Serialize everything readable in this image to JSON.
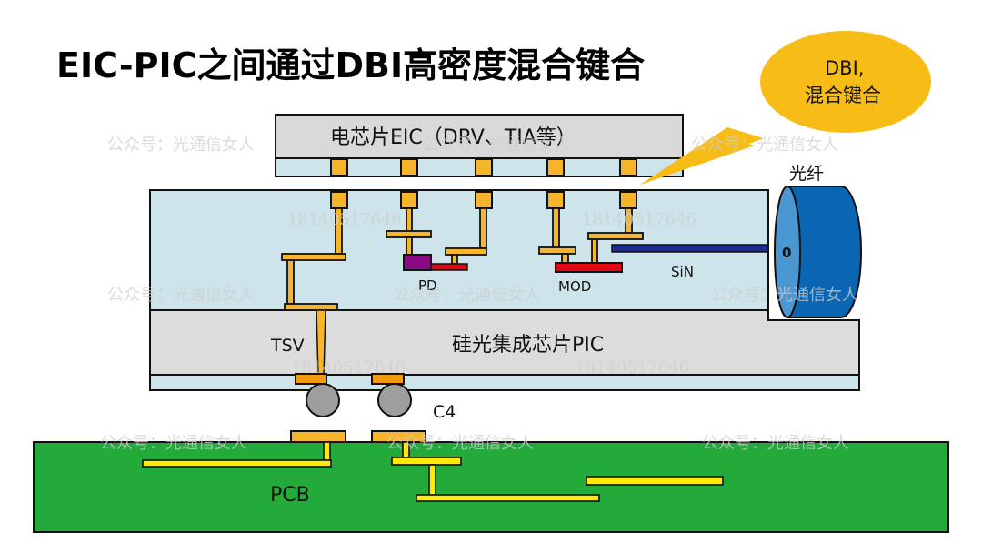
{
  "title": "EIC-PIC之间通过DBI高密度混合键合",
  "callout": {
    "line1": "DBI,",
    "line2": "混合键合"
  },
  "labels": {
    "eic": "电芯片EIC（DRV、TIA等）",
    "pic": "硅光集成芯片PIC",
    "fiber": "光纤",
    "pd": "PD",
    "mod": "MOD",
    "sin": "SiN",
    "tsv": "TSV",
    "c4": "C4",
    "pcb": "PCB",
    "fiber_core": "0"
  },
  "watermarks": {
    "account": "公众号：光通信女人",
    "phone": "18140517646"
  },
  "colors": {
    "eic_body": "#d9d9d9",
    "bond_layer": "#cde4ea",
    "pad": "#f7b52c",
    "pad_dark": "#f29b0c",
    "pd": "#8a0a86",
    "mod": "#e30613",
    "sin": "#1c2b8f",
    "fiber_face": "#4a97d2",
    "fiber_body": "#0a66b3",
    "solder_ball": "#9e9e9e",
    "pcb": "#22aa3a",
    "pcb_trace": "#ffea00",
    "callout": "#f7bd16"
  }
}
